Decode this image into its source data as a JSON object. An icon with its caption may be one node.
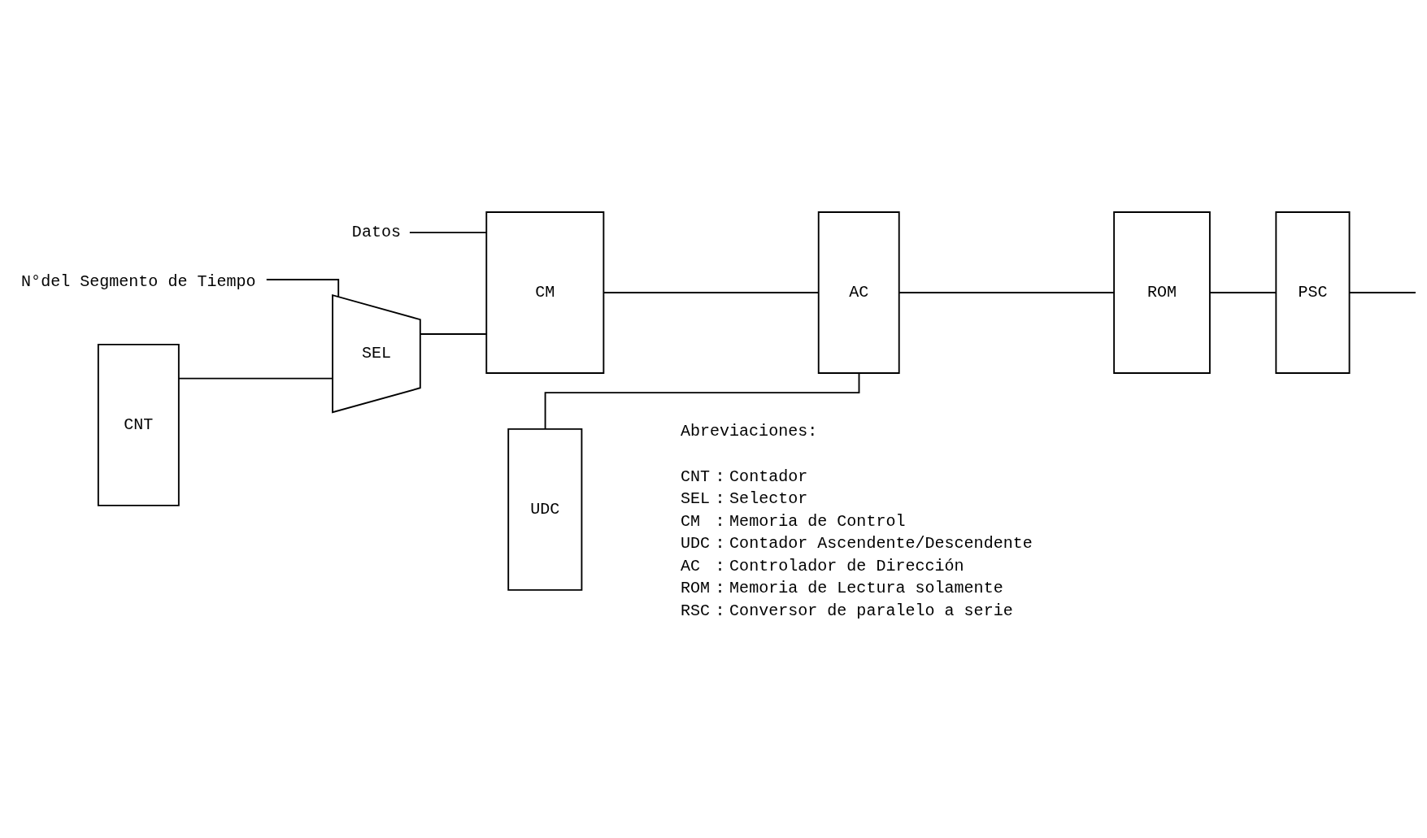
{
  "diagram": {
    "nodes": [
      {
        "text": [
          "Datos"
        ]
      },
      {
        "text": [
          "CM"
        ]
      },
      {
        "text": [
          "AC"
        ]
      },
      {
        "text": [
          "ROM"
        ]
      },
      {
        "text": [
          "PSC"
        ]
      },
      {
        "text": [
          "N°del Segmento de Tiempo"
        ]
      },
      {
        "text": [
          "SEL"
        ]
      },
      {
        "text": [
          "CNT"
        ]
      },
      {
        "text": [
          "UDC"
        ]
      }
    ],
    "edges": [
      {
        "from": 0,
        "to": 1,
        "arrow": "none"
      },
      {
        "from": 1,
        "to": 2,
        "arrow": "none"
      },
      {
        "from": 2,
        "to": 3,
        "arrow": "none"
      },
      {
        "from": 3,
        "to": 4,
        "arrow": "none"
      },
      {
        "from": 4,
        "to": null,
        "arrow": "none"
      },
      {
        "from": 5,
        "to": 6,
        "arrow": "none"
      },
      {
        "from": 6,
        "to": 1,
        "arrow": "none"
      },
      {
        "from": 7,
        "to": 6,
        "arrow": "none"
      },
      {
        "from": 8,
        "to": 2,
        "arrow": "none"
      }
    ],
    "labels": [
      "Abreviaciones:",
      "CNT",
      ":",
      "Contador",
      "SEL",
      ":",
      "Selector",
      "CM",
      ":",
      "Memoria de Control",
      "UDC",
      ":",
      "Contador Ascendente/Descendente",
      "AC",
      ":",
      "Controlador de Dirección",
      "ROM",
      ":",
      "Memoria de Lectura solamente",
      "RSC",
      ":",
      "Conversor de paralelo a serie"
    ]
  }
}
